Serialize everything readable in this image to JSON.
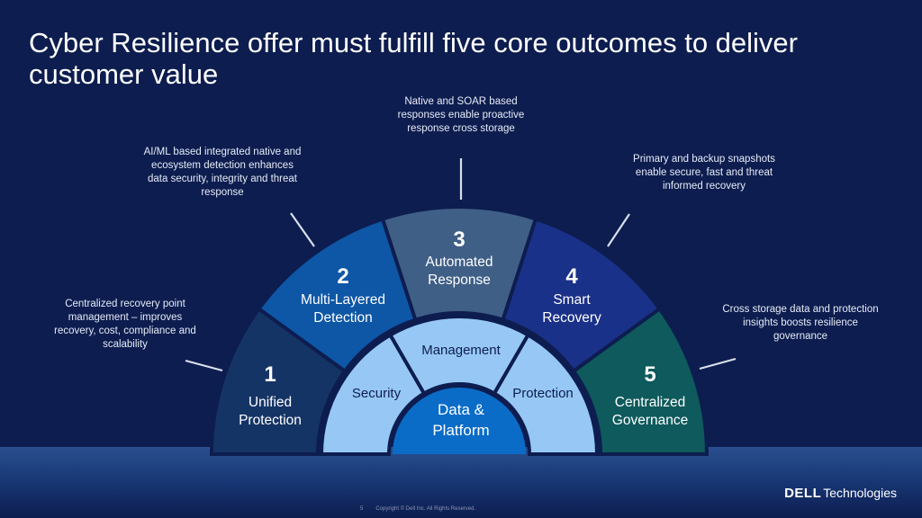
{
  "title": "Cyber Resilience offer must fulfill five core outcomes to deliver customer value",
  "callouts": {
    "c1": "Centralized recovery point management – improves recovery, cost, compliance and scalability",
    "c2": "AI/ML based integrated native and ecosystem detection enhances data security, integrity and threat response",
    "c3": "Native and SOAR based responses enable proactive response cross storage",
    "c4": "Primary and backup snapshots enable secure, fast and threat informed recovery",
    "c5": "Cross storage data and protection insights boosts resilience governance"
  },
  "segments": [
    {
      "num": "1",
      "line1": "Unified",
      "line2": "Protection",
      "color": "#153466"
    },
    {
      "num": "2",
      "line1": "Multi-Layered",
      "line2": "Detection",
      "color": "#0e56a6"
    },
    {
      "num": "3",
      "line1": "Automated",
      "line2": "Response",
      "color": "#3f5f86"
    },
    {
      "num": "4",
      "line1": "Smart",
      "line2": "Recovery",
      "color": "#1a3189"
    },
    {
      "num": "5",
      "line1": "Centralized",
      "line2": "Governance",
      "color": "#0e5a5c"
    }
  ],
  "inner": {
    "security": "Security",
    "management": "Management",
    "protection": "Protection",
    "color": "#97c8f5"
  },
  "core": {
    "line1": "Data &",
    "line2": "Platform",
    "color": "#0a6cc7"
  },
  "footer": {
    "page": "5",
    "copyright": "Copyright © Dell Inc. All Rights Reserved."
  },
  "logo": {
    "brand": "DELL",
    "product": "Technologies"
  }
}
